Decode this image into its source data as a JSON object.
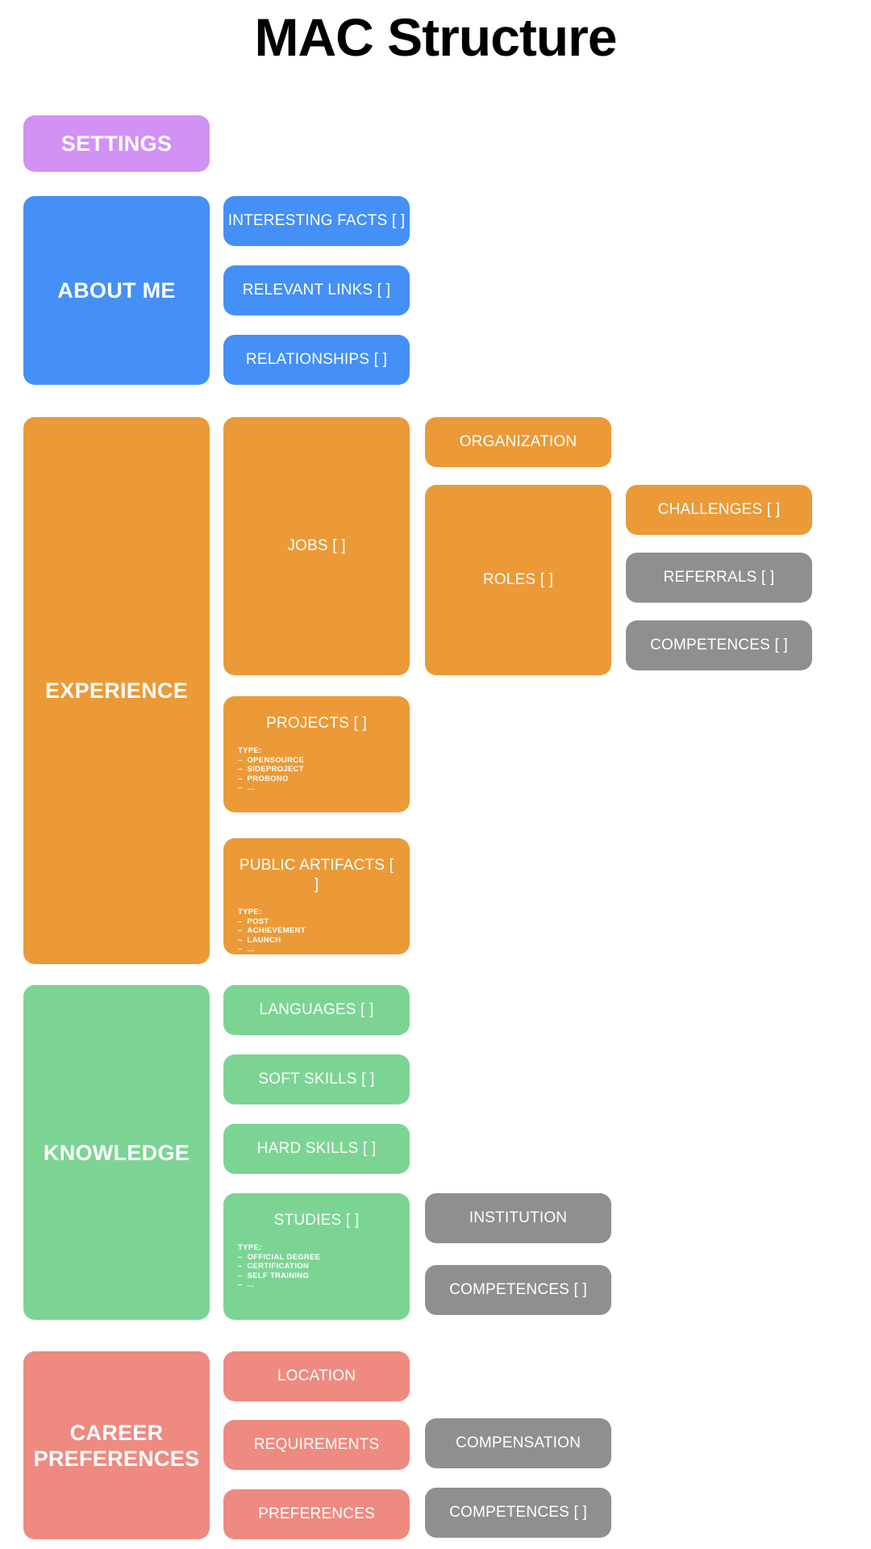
{
  "page": {
    "title": "MAC Structure"
  },
  "colors": {
    "purple": "#d291f5",
    "blue": "#4490f7",
    "orange": "#eb9a37",
    "green": "#7cd494",
    "red": "#ef8a80",
    "gray": "#8f8f8f",
    "background": "#ffffff",
    "text_on_card": "#ffffff",
    "title_text": "#000000"
  },
  "sections": {
    "settings": {
      "label": "SETTINGS"
    },
    "about_me": {
      "label": "ABOUT ME",
      "children": [
        {
          "label": "INTERESTING FACTS [ ]"
        },
        {
          "label": "RELEVANT LINKS [ ]"
        },
        {
          "label": "RELATIONSHIPS [ ]"
        }
      ]
    },
    "experience": {
      "label": "EXPERIENCE",
      "jobs": {
        "label": "JOBS [ ]"
      },
      "organization": {
        "label": "ORGANIZATION"
      },
      "roles": {
        "label": "ROLES [ ]"
      },
      "challenges": {
        "label": "CHALLENGES [ ]"
      },
      "referrals": {
        "label": "REFERRALS [ ]"
      },
      "competences": {
        "label": "COMPETENCES [ ]"
      },
      "projects": {
        "label": "PROJECTS [ ]",
        "type_label": "TYPE:",
        "types": [
          "OPENSOURCE",
          "SIDEPROJECT",
          "PROBONO",
          "..."
        ]
      },
      "public_artifacts": {
        "label": "PUBLIC ARTIFACTS [ ]",
        "type_label": "TYPE:",
        "types": [
          "POST",
          "ACHIEVEMENT",
          "LAUNCH",
          "..."
        ]
      }
    },
    "knowledge": {
      "label": "KNOWLEDGE",
      "languages": {
        "label": "LANGUAGES [ ]"
      },
      "soft_skills": {
        "label": "SOFT SKILLS [ ]"
      },
      "hard_skills": {
        "label": "HARD SKILLS [ ]"
      },
      "studies": {
        "label": "STUDIES [ ]",
        "type_label": "TYPE:",
        "types": [
          "OFFICIAL DEGREE",
          "CERTIFICATION",
          "SELF TRAINING",
          "..."
        ]
      },
      "institution": {
        "label": "INSTITUTION"
      },
      "competences": {
        "label": "COMPETENCES [ ]"
      }
    },
    "career_preferences": {
      "label": "CAREER\nPREFERENCES",
      "label_line1": "CAREER",
      "label_line2": "PREFERENCES",
      "location": {
        "label": "LOCATION"
      },
      "requirements": {
        "label": "REQUIREMENTS"
      },
      "preferences": {
        "label": "PREFERENCES"
      },
      "compensation": {
        "label": "COMPENSATION"
      },
      "competences": {
        "label": "COMPETENCES [ ]"
      }
    }
  }
}
